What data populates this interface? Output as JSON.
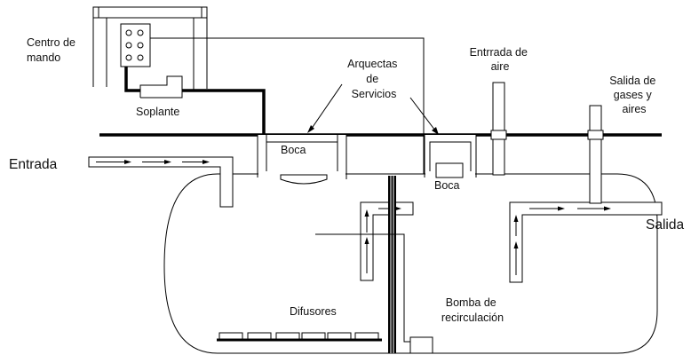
{
  "labels": {
    "centro_de_mando": [
      "Centro de",
      "mando"
    ],
    "soplante": "Soplante",
    "arquetas_de_servicios": [
      "Arquectas",
      "de",
      "Servicios"
    ],
    "entrada_de_aire": [
      "Entrrada de",
      "aire"
    ],
    "salida_de_gases": [
      "Salida de",
      "gases y",
      "aires"
    ],
    "entrada": "Entrada",
    "salida": "Salida",
    "boca_left": "Boca",
    "boca_right": "Boca",
    "difusores": "Difusores",
    "bomba_de_recirculacion": [
      "Bomba de",
      "recirculación"
    ]
  },
  "colors": {
    "line": "#000000",
    "background": "#ffffff"
  }
}
